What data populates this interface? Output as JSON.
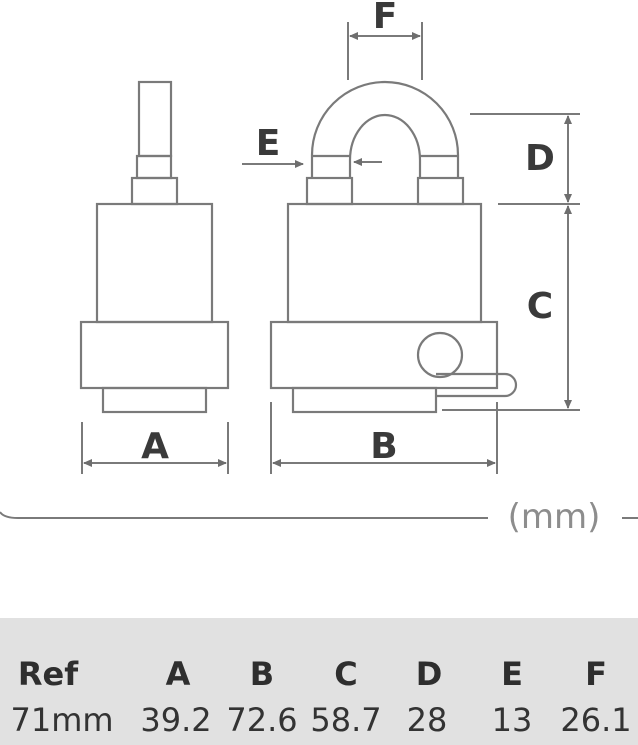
{
  "diagram": {
    "dimension_labels": {
      "a": "A",
      "b": "B",
      "c": "C",
      "d": "D",
      "e": "E",
      "f": "F"
    },
    "unit_label": "(mm)",
    "line_color": "#7a7a7a",
    "label_color": "#3a3a3a"
  },
  "spec_table": {
    "headers": [
      "Ref",
      "A",
      "B",
      "C",
      "D",
      "E",
      "F"
    ],
    "values": [
      "71mm",
      "39.2",
      "72.6",
      "58.7",
      "28",
      "13",
      "26.1"
    ],
    "background": "#e1e1e1"
  }
}
